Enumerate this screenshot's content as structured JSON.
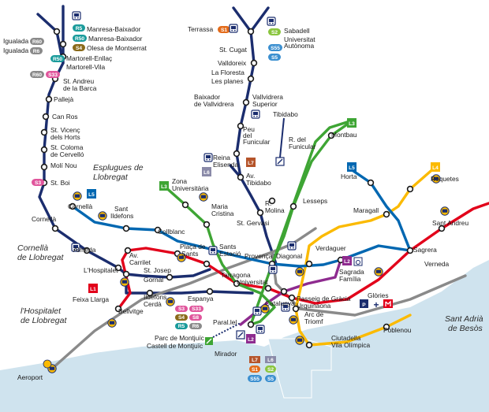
{
  "colors": {
    "sea": "#cfe3ee",
    "navy": "#1b2d6e",
    "metro_blue": "#0067b1",
    "metro_red": "#e2001a",
    "metro_green": "#3ea534",
    "metro_yellow": "#fbba00",
    "metro_purple": "#8e2b8f",
    "fgc_grey": "#8a8a8a",
    "fgc_teal": "#1a9b9b",
    "fgc_blue": "#3b8fd0",
    "fgc_orange": "#e36b1a",
    "fgc_lime": "#8ac53e"
  },
  "areas": {
    "esplugues": [
      "Esplugues de",
      "Llobregat"
    ],
    "cornella": [
      "Cornellà",
      "de Llobregat"
    ],
    "hospitalet": [
      "l'Hospitalet",
      "de Llobregat"
    ],
    "sant_adria": [
      "Sant Adrià",
      "de Besòs"
    ]
  },
  "stations": {
    "manresa": "Manresa-Baixador",
    "manresa2": "Manresa-Baixador",
    "olesa": "Olesa de Montserrat",
    "martorell1": "Martorell-Enllaç",
    "martorell2": "Martorell-Vila",
    "igualada1": "Igualada",
    "igualada2": "Igualada",
    "andreu_barca": [
      "St. Andreu",
      "de la Barca"
    ],
    "palleja": "Pallejà",
    "can_ros": "Can Ros",
    "vicenc": [
      "St. Vicenç",
      "dels Horts"
    ],
    "coloma": [
      "St. Coloma",
      "de Cervelló"
    ],
    "molinou": "Molí Nou",
    "sant_boi": "St. Boi",
    "cornella_st": "Cornellà",
    "cornella_riera": "Cornellà",
    "sant_ildefons": [
      "Sant",
      "Ildefons"
    ],
    "collblanc": "Collblanc",
    "almeda": "Almeda",
    "av_carrilet": [
      "Av.",
      "Carrilet"
    ],
    "lhospitalet": "L'Hospitalet",
    "sant_josep": "St. Josep",
    "gornal": "Gornal",
    "feixa": "Feixa Llarga",
    "ildefons_cerda": [
      "Ildefons",
      "Cerdà"
    ],
    "bellvitge": "Bellvitge",
    "aeroport": "Aeroport",
    "terrassa": "Terrassa",
    "sabadell": "Sabadell",
    "universitat_autonoma": [
      "Universitat",
      "Autònoma"
    ],
    "st_cugat": "St. Cugat",
    "valldoreix": "Valldoreix",
    "la_floresta": "La Floresta",
    "les_planes": "Les planes",
    "baixador": [
      "Baixador",
      "de Vallvidrera"
    ],
    "vallvidrera": [
      "Vallvidrera",
      "Superior"
    ],
    "peu_funicular": [
      "Peu",
      "del",
      "Funicular"
    ],
    "tibidabo": "Tibidabo",
    "r_funicular": [
      "R. del",
      "Funicular"
    ],
    "reina_elisenda": [
      "Reina",
      "Elisenda"
    ],
    "av_tibidabo": [
      "Av.",
      "Tibidabo"
    ],
    "montbau": "Montbau",
    "zona_universitaria": [
      "Zona",
      "Universitària"
    ],
    "horta": "Horta",
    "maria_cristina": [
      "Maria",
      "Cristina"
    ],
    "r_molina": [
      "R.",
      "Molina"
    ],
    "st_gervasi": "St. Gervasi",
    "lesseps": "Lesseps",
    "requetes": "Roquetes",
    "maragall": "Maragall",
    "sant_andreu": "Sant Andreu",
    "placa_sants": [
      "Plaça de",
      "Sants"
    ],
    "sants_estacio": [
      "Sants",
      "Estació"
    ],
    "provenca": "Provença",
    "diagonal": "Diagonal",
    "verdaguer": "Verdaguer",
    "sagrera": "Sagrera",
    "verneda": "Verneda",
    "tarragona": "Tarragona",
    "universitat": "Universitat",
    "sagrada_familia": [
      "Sagrada",
      "Família"
    ],
    "espanya": "Espanya",
    "catalunya": "Catalunya",
    "passeig_gracia": [
      "Passeig de Gràcia",
      "Urquinaona"
    ],
    "glories": "Glòries",
    "arc_triomf": [
      "Arc de",
      "Triomf"
    ],
    "parallel": "Paral.lel",
    "parc_montjuic": [
      "Parc de Montjuïc",
      "Castell de Montjuïc"
    ],
    "mirador": "Mirador",
    "ciutadella": [
      "Ciutadella",
      "Vila Olímpica"
    ],
    "poblenou": "Poblenou"
  },
  "badges": {
    "r5": "R5",
    "r50": "R50",
    "s4": "S4",
    "s8": "S8",
    "r6": "R6",
    "r60": "R60",
    "s33": "S33",
    "s1": "S1",
    "s2": "S2",
    "s55": "S55",
    "s5": "S5",
    "s3": "S3",
    "l1": "L1",
    "l2": "L2",
    "l3": "L3",
    "l4": "L4",
    "l5": "L5",
    "l6": "L6",
    "l7": "L7",
    "l8": "L8"
  },
  "icons": [
    "train-icon",
    "bus-icon",
    "parking-icon",
    "plus-icon",
    "hospital-icon",
    "wheelchair-icon",
    "funicular-icon",
    "cable-car-icon",
    "airport-icon"
  ],
  "glories_symbols": {
    "parking": "P",
    "plus": "+"
  }
}
